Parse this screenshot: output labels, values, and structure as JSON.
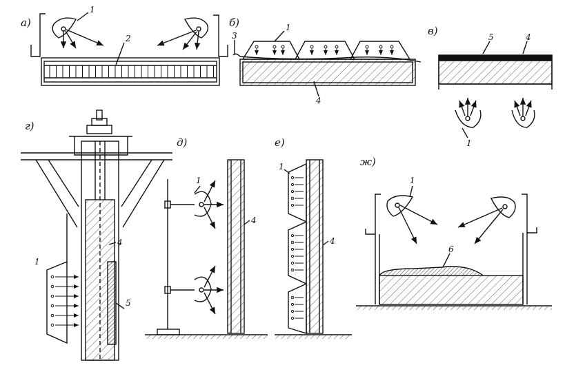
{
  "panels": {
    "a": {
      "letter": "а)",
      "labels": [
        "1",
        "2"
      ]
    },
    "b": {
      "letter": "б)",
      "labels": [
        "3",
        "1",
        "4"
      ]
    },
    "v": {
      "letter": "в)",
      "labels": [
        "5",
        "4",
        "1"
      ]
    },
    "g": {
      "letter": "г)",
      "labels": [
        "4",
        "1",
        "5"
      ]
    },
    "d": {
      "letter": "д)",
      "labels": [
        "1",
        "4"
      ]
    },
    "e": {
      "letter": "е)",
      "labels": [
        "1",
        "4"
      ]
    },
    "zh": {
      "letter": "ж)",
      "labels": [
        "1",
        "6"
      ]
    }
  }
}
